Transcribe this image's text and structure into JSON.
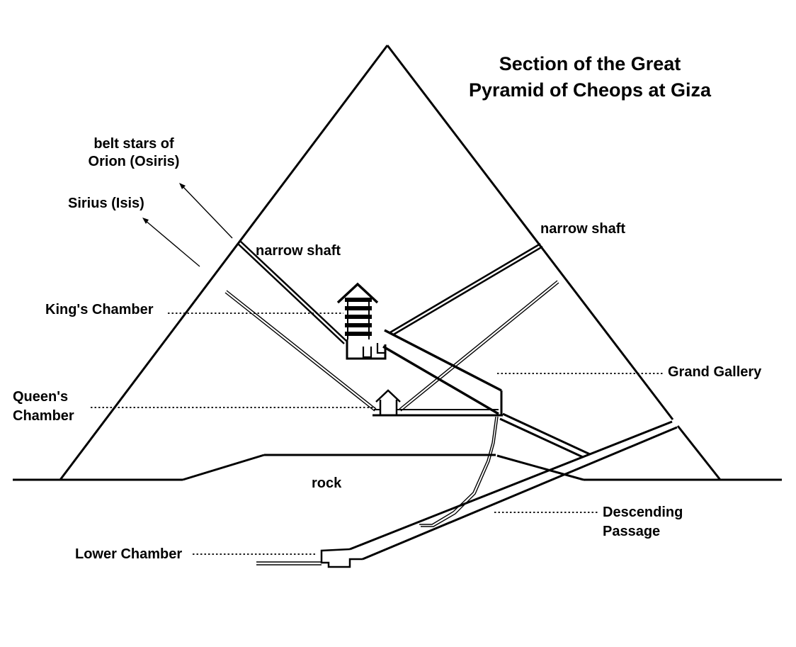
{
  "title": {
    "line1": "Section of the Great",
    "line2": "Pyramid of Cheops at Giza"
  },
  "labels": {
    "belt_stars": {
      "line1": "belt stars of",
      "line2": "Orion (Osiris)"
    },
    "sirius": "Sirius (Isis)",
    "narrow_shaft_left": "narrow shaft",
    "narrow_shaft_right": "narrow shaft",
    "kings_chamber": "King's Chamber",
    "queens_chamber": {
      "line1": "Queen's",
      "line2": "Chamber"
    },
    "grand_gallery": "Grand Gallery",
    "rock": "rock",
    "descending_passage": {
      "line1": "Descending",
      "line2": "Passage"
    },
    "lower_chamber": "Lower Chamber"
  },
  "colors": {
    "ink": "#000000",
    "background": "#ffffff"
  }
}
